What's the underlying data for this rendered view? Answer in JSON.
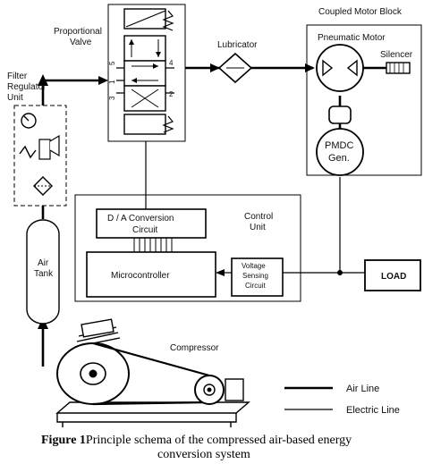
{
  "labels": {
    "proportional_valve": [
      "Proportional",
      "Valve"
    ],
    "coupled_motor_block": "Coupled Motor Block",
    "pneumatic_motor": "Pneumatic Motor",
    "silencer": "Silencer",
    "lubricator": "Lubricator",
    "filter_regulator_unit": [
      "Filter",
      "Regulator",
      "Unit"
    ],
    "pmdc_gen": [
      "PMDC",
      "Gen."
    ],
    "da_conversion": [
      "D / A Conversion",
      "Circuit"
    ],
    "control_unit": [
      "Control",
      "Unit"
    ],
    "microcontroller": "Microcontroller",
    "voltage_sensing": [
      "Voltage",
      "Sensing",
      "Circuit"
    ],
    "load": "LOAD",
    "air_tank": [
      "Air",
      "Tank"
    ],
    "compressor": "Compressor",
    "port_numbers": [
      "5",
      "1",
      "3",
      "4",
      "2"
    ]
  },
  "legend": {
    "air_line": "Air Line",
    "electric_line": "Electric Line"
  },
  "caption": {
    "figure_label": "Figure 1",
    "line1": "Principle schema of the compressed air-based energy",
    "line2": "conversion system"
  }
}
